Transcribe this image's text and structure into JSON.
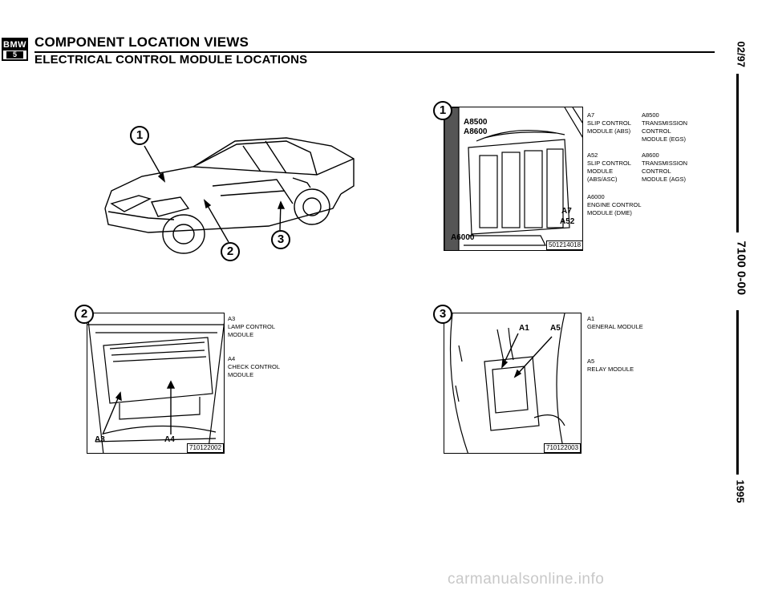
{
  "header": {
    "logo_text": "BMW",
    "logo_series": "5",
    "title": "COMPONENT LOCATION VIEWS",
    "subtitle": "ELECTRICAL CONTROL MODULE LOCATIONS"
  },
  "side": {
    "date": "02/97",
    "section": "7100 0-00",
    "year": "1995"
  },
  "figures": {
    "car": {
      "callouts": [
        "1",
        "2",
        "3"
      ]
    },
    "fig1": {
      "number": "1",
      "code": "501214018",
      "components": [
        "A8500",
        "A8600",
        "A6000",
        "A7",
        "A52"
      ],
      "legend_left": [
        "A7\nSLIP CONTROL\nMODULE (ABS)",
        "A52\nSLIP CONTROL\nMODULE\n(ABS/ASC)",
        "A6000\nENGINE CONTROL\nMODULE (DME)"
      ],
      "legend_right": [
        "A8500\nTRANSMISSION\nCONTROL\nMODULE (EGS)",
        "A8600\nTRANSMISSION\nCONTROL\nMODULE (AGS)"
      ]
    },
    "fig2": {
      "number": "2",
      "code": "710122002",
      "components": [
        "A3",
        "A4"
      ],
      "legend": [
        "A3\nLAMP CONTROL\nMODULE",
        "A4\nCHECK CONTROL\nMODULE"
      ]
    },
    "fig3": {
      "number": "3",
      "code": "710122003",
      "components": [
        "A1",
        "A5"
      ],
      "legend": [
        "A1\nGENERAL MODULE",
        "A5\nRELAY MODULE"
      ]
    }
  },
  "watermark": "carmanualsonline.info"
}
